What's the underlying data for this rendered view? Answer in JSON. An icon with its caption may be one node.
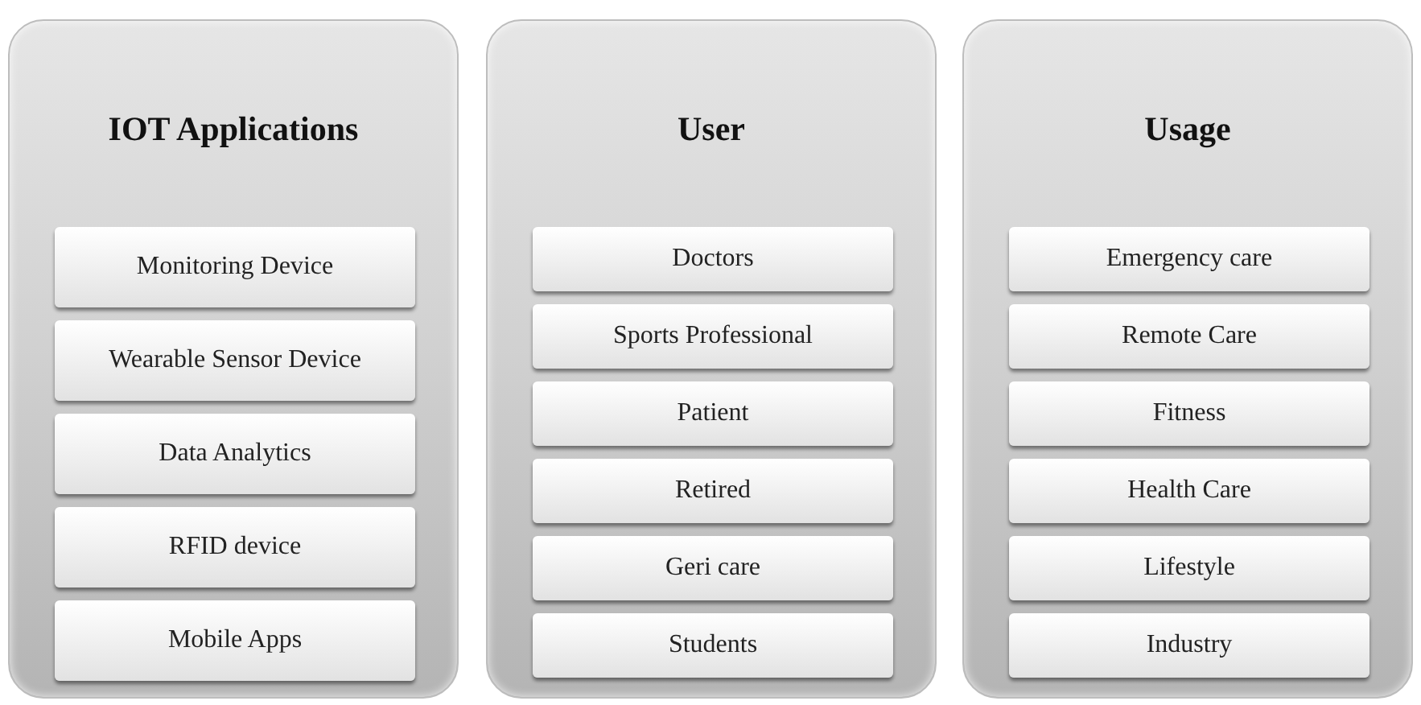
{
  "diagram": {
    "nodes": [
      {
        "text": [
          "IOT Applications"
        ]
      },
      {
        "text": [
          "Monitoring Device"
        ],
        "in": 0
      },
      {
        "text": [
          "Wearable Sensor Device"
        ],
        "in": 0
      },
      {
        "text": [
          "Data Analytics"
        ],
        "in": 0
      },
      {
        "text": [
          "RFID device"
        ],
        "in": 0
      },
      {
        "text": [
          "Mobile Apps"
        ],
        "in": 0
      },
      {
        "text": [
          "User"
        ]
      },
      {
        "text": [
          "Doctors"
        ],
        "in": 6
      },
      {
        "text": [
          "Sports Professional"
        ],
        "in": 6
      },
      {
        "text": [
          "Patient"
        ],
        "in": 6
      },
      {
        "text": [
          "Retired"
        ],
        "in": 6
      },
      {
        "text": [
          "Geri care"
        ],
        "in": 6
      },
      {
        "text": [
          "Students"
        ],
        "in": 6
      },
      {
        "text": [
          "Usage"
        ]
      },
      {
        "text": [
          "Emergency care"
        ],
        "in": 13
      },
      {
        "text": [
          "Remote Care"
        ],
        "in": 13
      },
      {
        "text": [
          "Fitness"
        ],
        "in": 13
      },
      {
        "text": [
          "Health Care"
        ],
        "in": 13
      },
      {
        "text": [
          "Lifestyle"
        ],
        "in": 13
      },
      {
        "text": [
          "Industry"
        ],
        "in": 13
      }
    ]
  }
}
